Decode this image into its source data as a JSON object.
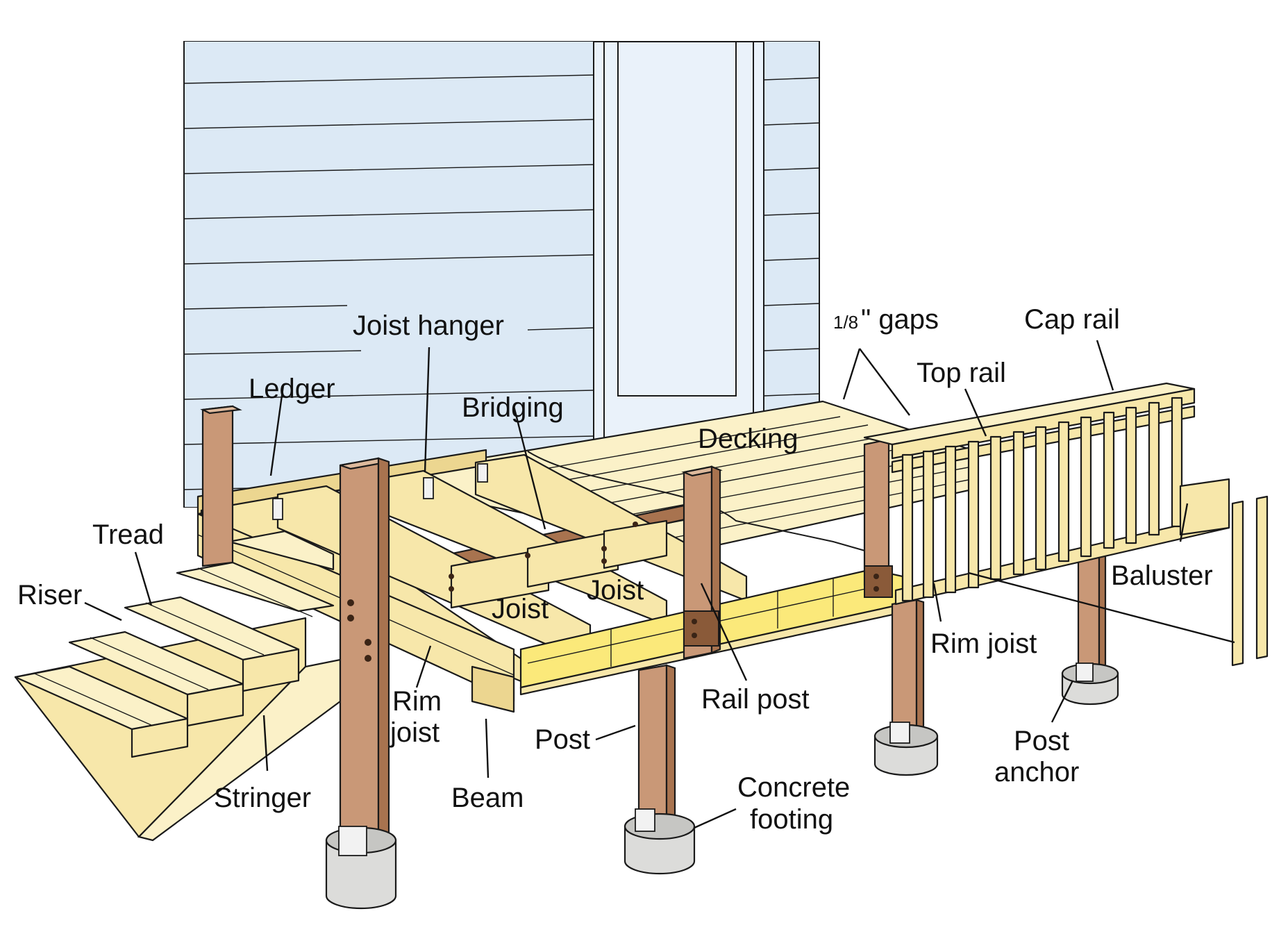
{
  "labels": {
    "joist_hanger": "Joist hanger",
    "ledger": "Ledger",
    "bridging": "Bridging",
    "decking": "Decking",
    "gaps_prefix": "1/8",
    "gaps_suffix": "\" gaps",
    "cap_rail": "Cap rail",
    "top_rail": "Top rail",
    "tread": "Tread",
    "riser": "Riser",
    "joist_left": "Joist",
    "joist_right": "Joist",
    "baluster": "Baluster",
    "rim_joist_left_1": "Rim",
    "rim_joist_left_2": "joist",
    "rim_joist_right": "Rim joist",
    "rail_post": "Rail post",
    "post": "Post",
    "stringer": "Stringer",
    "beam": "Beam",
    "concrete_1": "Concrete",
    "concrete_2": "footing",
    "post_anchor_1": "Post",
    "post_anchor_2": "anchor"
  },
  "colors": {
    "wall": "#dce9f5",
    "lumber": "#f7e7aa",
    "highlight": "#fbe97a",
    "post": "#c99877",
    "concrete": "#dcdcda"
  }
}
